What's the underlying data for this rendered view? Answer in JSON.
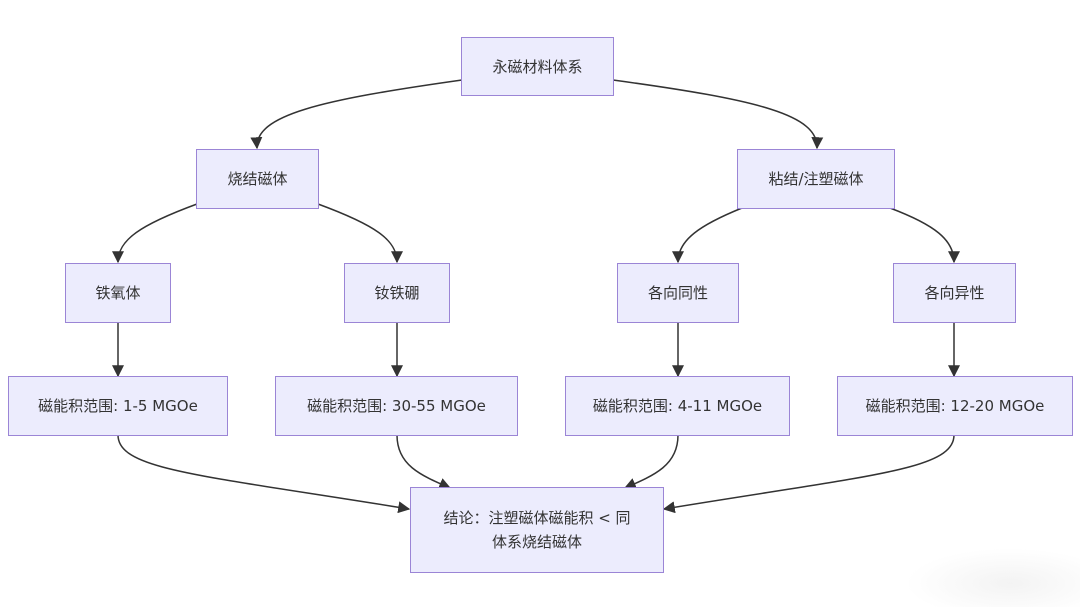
{
  "diagram": {
    "type": "flowchart",
    "direction": "top-down",
    "nodes": {
      "root": {
        "label": "永磁材料体系"
      },
      "sintered": {
        "label": "烧结磁体"
      },
      "bonded": {
        "label": "粘结/注塑磁体"
      },
      "ferrite": {
        "label": "铁氧体"
      },
      "ndfeb": {
        "label": "钕铁硼"
      },
      "isotropic": {
        "label": "各向同性"
      },
      "anisotropic": {
        "label": "各向异性"
      },
      "range_ferrite": {
        "label": "磁能积范围: 1-5 MGOe"
      },
      "range_ndfeb": {
        "label": "磁能积范围: 30-55 MGOe"
      },
      "range_isotropic": {
        "label": "磁能积范围: 4-11 MGOe"
      },
      "range_anisotropic": {
        "label": "磁能积范围: 12-20 MGOe"
      },
      "conclusion": {
        "label_line1": "结论：注塑磁体磁能积 < 同",
        "label_line2": "体系烧结磁体"
      }
    },
    "edges": [
      {
        "from": "root",
        "to": "sintered"
      },
      {
        "from": "root",
        "to": "bonded"
      },
      {
        "from": "sintered",
        "to": "ferrite"
      },
      {
        "from": "sintered",
        "to": "ndfeb"
      },
      {
        "from": "bonded",
        "to": "isotropic"
      },
      {
        "from": "bonded",
        "to": "anisotropic"
      },
      {
        "from": "ferrite",
        "to": "range_ferrite"
      },
      {
        "from": "ndfeb",
        "to": "range_ndfeb"
      },
      {
        "from": "isotropic",
        "to": "range_isotropic"
      },
      {
        "from": "anisotropic",
        "to": "range_anisotropic"
      },
      {
        "from": "range_ferrite",
        "to": "conclusion"
      },
      {
        "from": "range_ndfeb",
        "to": "conclusion"
      },
      {
        "from": "range_isotropic",
        "to": "conclusion"
      },
      {
        "from": "range_anisotropic",
        "to": "conclusion"
      }
    ],
    "colors": {
      "node_fill": "#ececfd",
      "node_border": "#9b85d6",
      "edge": "#333333",
      "text": "#333333"
    }
  }
}
